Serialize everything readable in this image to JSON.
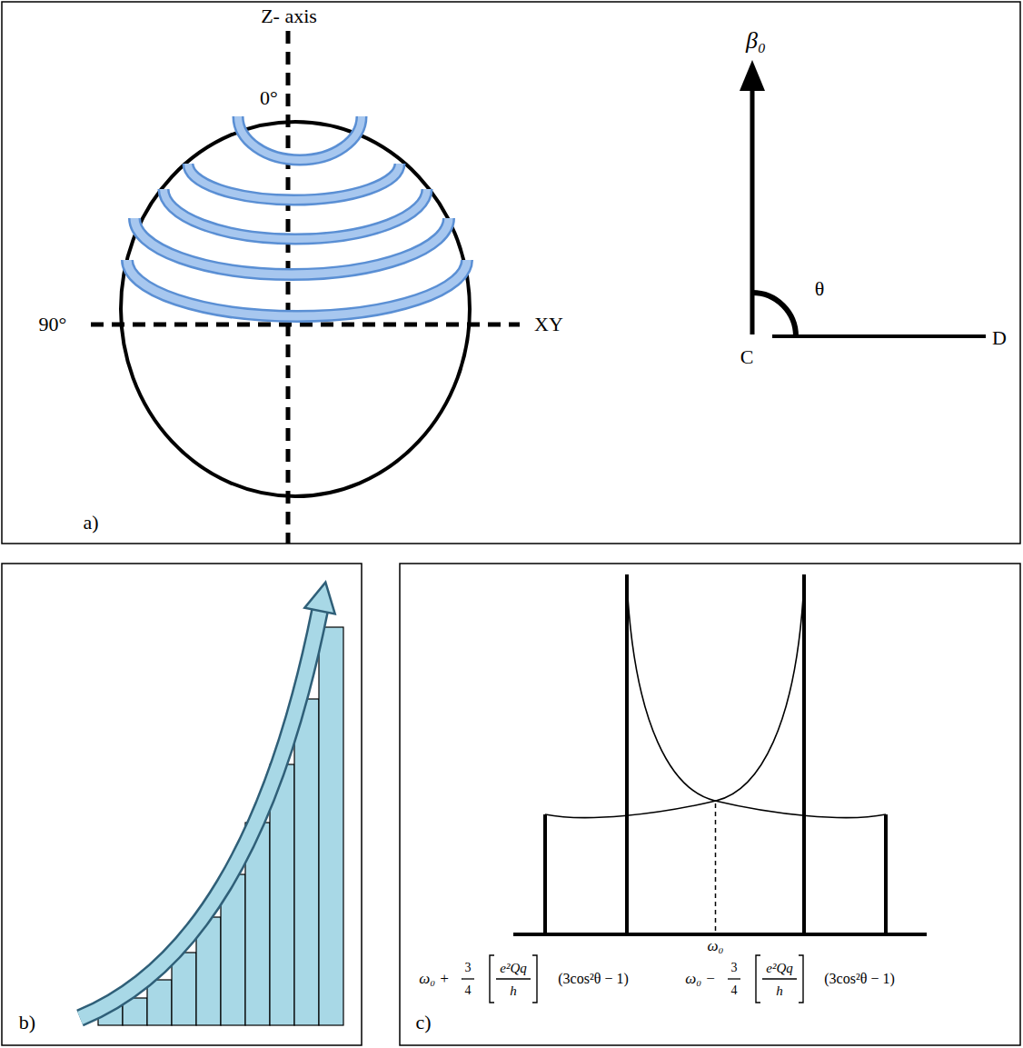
{
  "diagram": {
    "labels": [
      "Z- axis",
      "0°",
      "90°",
      "XY",
      "a)",
      "β₀",
      "θ",
      "C",
      "D",
      "b)",
      "ω₀",
      "ω₀ +",
      "3",
      "4",
      "e²Qq",
      "h",
      "(3cos²θ − 1)",
      "ω₀ −",
      "3",
      "4",
      "e²Qq",
      "h",
      "(3cos²θ − 1)",
      "c)"
    ]
  }
}
